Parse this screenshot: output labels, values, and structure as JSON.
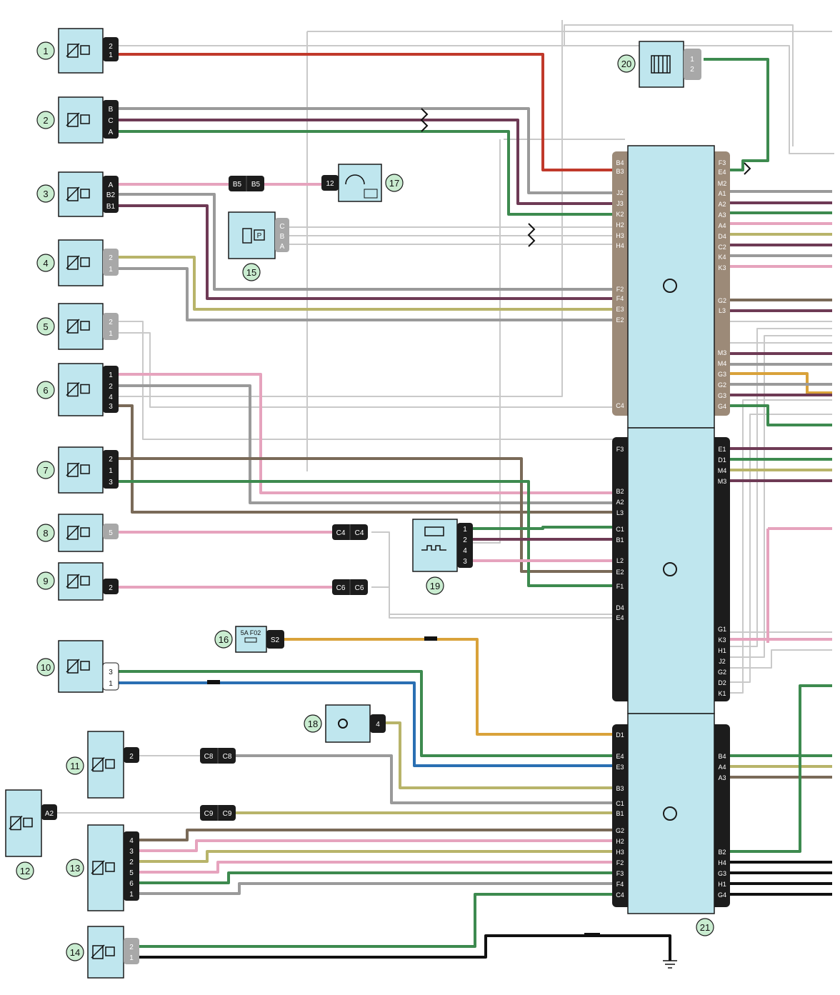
{
  "colors": {
    "bg": "#ffffff",
    "module": "#bfe6ee",
    "module_border": "#1a1a1a",
    "brown_connector": "#9c8a78",
    "dark_connector": "#1c1c1c",
    "grey_connector": "#a8a8a8",
    "circle_fill": "#c9ecd0",
    "red": "#c0392b",
    "grey": "#9a9a9a",
    "purple": "#6e3a55",
    "green": "#3d8a4f",
    "pink": "#e6a3bd",
    "olive": "#b8b46a",
    "brown": "#7a6a58",
    "blue": "#2a6fb3",
    "orange": "#d9a23a",
    "black": "#111111",
    "white": "#ffffff"
  },
  "components": [
    {
      "num": "1",
      "pins": [
        "2",
        "1"
      ],
      "icon": "sensor-plug-icon"
    },
    {
      "num": "2",
      "pins": [
        "B",
        "C",
        "A"
      ],
      "icon": "pressure-sensor-icon"
    },
    {
      "num": "3",
      "pins": [
        "A",
        "B2",
        "B1"
      ],
      "icon": "temperature-sensor-icon"
    },
    {
      "num": "4",
      "pins": [
        "2",
        "1"
      ],
      "icon": "thermistor-icon"
    },
    {
      "num": "5",
      "pins": [
        "2",
        "1"
      ],
      "icon": "pressure-switch-icon"
    },
    {
      "num": "6",
      "pins": [
        "1",
        "2",
        "4",
        "3"
      ],
      "icon": "oxygen-sensor-icon"
    },
    {
      "num": "7",
      "pins": [
        "2",
        "1",
        "3"
      ],
      "icon": "throttle-position-icon"
    },
    {
      "num": "8",
      "pins": [
        "5"
      ],
      "icon": "injector-icon"
    },
    {
      "num": "9",
      "pins": [
        "2"
      ],
      "icon": "warning-lamp-icon"
    },
    {
      "num": "10",
      "pins": [
        "3",
        "1"
      ],
      "icon": "relay-icon"
    },
    {
      "num": "11",
      "pins": [
        "2"
      ],
      "icon": "fuel-pump-relay-icon"
    },
    {
      "num": "12",
      "pins": [
        "A2"
      ],
      "icon": "pump-relay-icon"
    },
    {
      "num": "13",
      "pins": [
        "4",
        "3",
        "2",
        "5",
        "6",
        "1"
      ],
      "icon": "ignition-coil-icon"
    },
    {
      "num": "14",
      "pins": [
        "2",
        "1"
      ],
      "icon": "ground-relay-icon"
    },
    {
      "num": "15",
      "pins": [
        "C",
        "B",
        "A"
      ],
      "icon": "pressure-sensor-icon"
    },
    {
      "num": "16",
      "label": "5A F02",
      "pin": "S2",
      "icon": "fuse-icon"
    },
    {
      "num": "17",
      "pin": "12",
      "icon": "gauge-icon"
    },
    {
      "num": "18",
      "pin": "4",
      "icon": "injector-icon"
    },
    {
      "num": "19",
      "pins": [
        "1",
        "2",
        "4",
        "3"
      ],
      "icon": "oxygen-sensor-icon"
    },
    {
      "num": "20",
      "pins": [
        "1",
        "2"
      ],
      "icon": "connector-icon"
    },
    {
      "num": "21",
      "icon": "ecu-icon"
    }
  ],
  "inline_connectors": [
    {
      "left": "B5",
      "right": "B5"
    },
    {
      "left": "C4",
      "right": "C4"
    },
    {
      "left": "C6",
      "right": "C6"
    },
    {
      "left": "C8",
      "right": "C8"
    },
    {
      "left": "C9",
      "right": "C9"
    }
  ],
  "ecu": {
    "block1_left": [
      "B4",
      "B3",
      "J2",
      "J3",
      "K2",
      "H2",
      "H3",
      "H4",
      "F2",
      "F4",
      "E3",
      "E2",
      "C4"
    ],
    "block1_right": [
      "F3",
      "E4",
      "M2",
      "A1",
      "A2",
      "A3",
      "A4",
      "D4",
      "C2",
      "K4",
      "K3",
      "G2",
      "L3",
      "M3",
      "M4",
      "G3",
      "G2",
      "G3",
      "G4"
    ],
    "block2_left": [
      "F3",
      "B2",
      "A2",
      "L3",
      "C1",
      "B1",
      "L2",
      "E2",
      "F1",
      "D4",
      "E4"
    ],
    "block2_right": [
      "E1",
      "D1",
      "M4",
      "M3",
      "G1",
      "K3",
      "H1",
      "J2",
      "G2",
      "D2",
      "K1"
    ],
    "block3_left": [
      "D1",
      "E4",
      "E3",
      "B3",
      "C1",
      "B1",
      "G2",
      "H2",
      "H3",
      "F2",
      "F3",
      "F4",
      "C4"
    ],
    "block3_right": [
      "B4",
      "A4",
      "A3",
      "B2",
      "H4",
      "G3",
      "H1",
      "G4"
    ]
  }
}
